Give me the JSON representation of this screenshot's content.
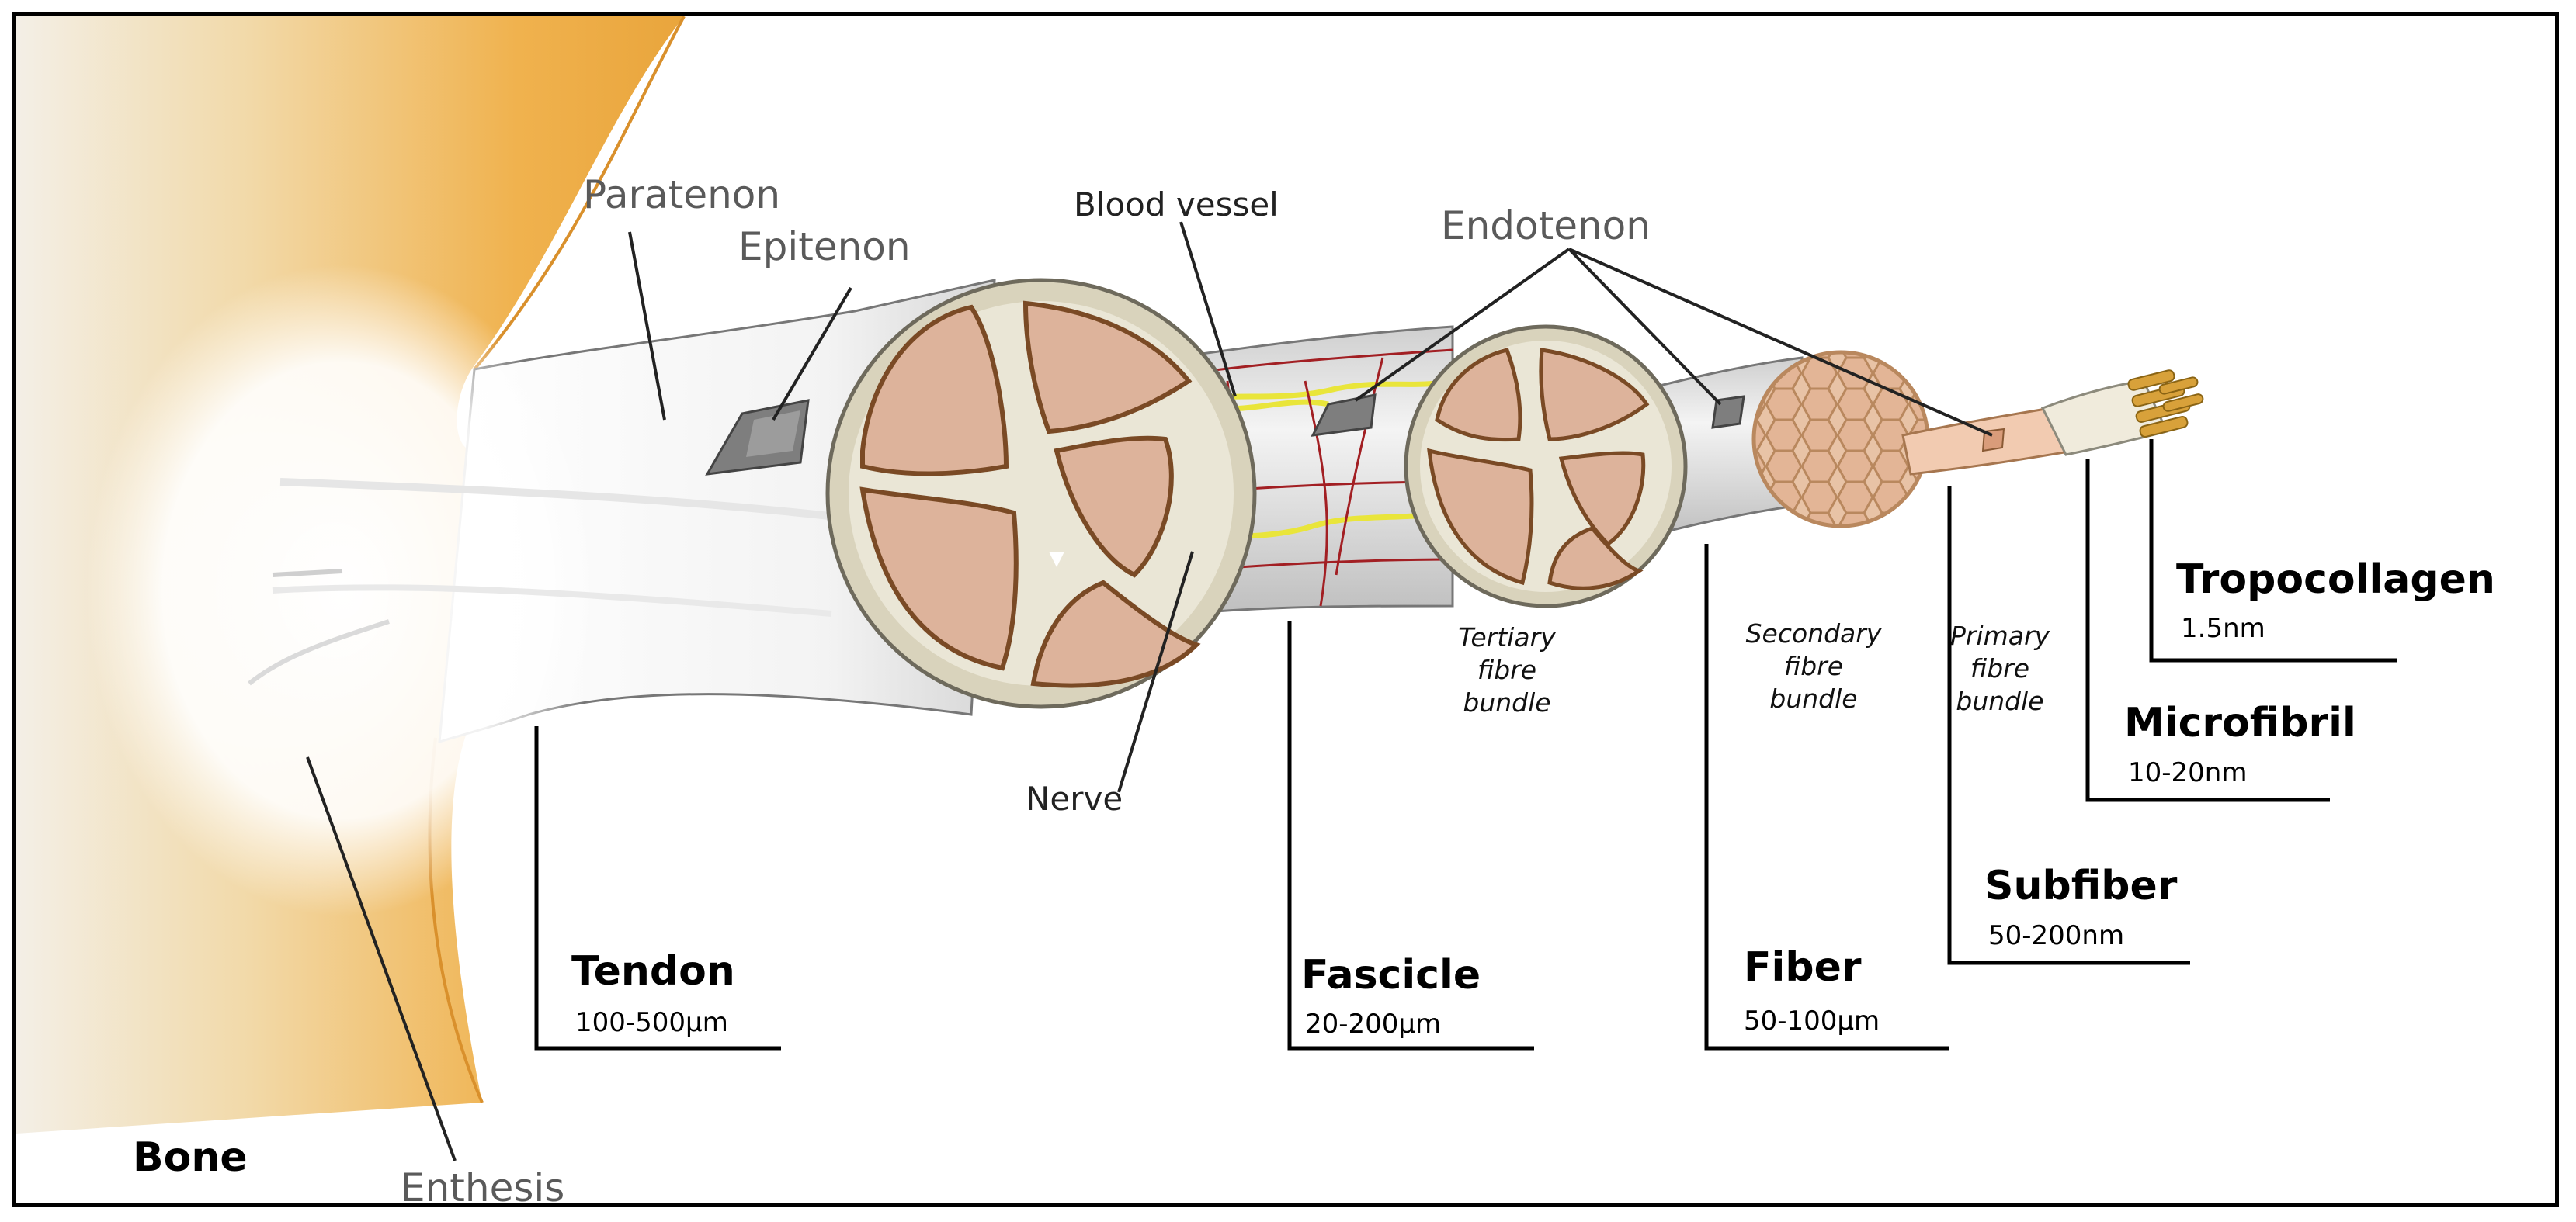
{
  "labels": {
    "paratenon": "Paratenon",
    "epitenon": "Epitenon",
    "blood_vessel": "Blood vessel",
    "endotenon": "Endotenon",
    "nerve": "Nerve",
    "bone": "Bone",
    "enthesis": "Enthesis"
  },
  "levels": [
    {
      "name": "Tendon",
      "size": "100-500µm"
    },
    {
      "name": "Fascicle",
      "size": "20-200µm"
    },
    {
      "name": "Fiber",
      "size": "50-100µm"
    },
    {
      "name": "Subfiber",
      "size": "50-200nm"
    },
    {
      "name": "Microfibril",
      "size": "10-20nm"
    },
    {
      "name": "Tropocollagen",
      "size": "1.5nm"
    }
  ],
  "bundles": {
    "tertiary": "Tertiary\nfibre\nbundle",
    "secondary": "Secondary\nfibre\nbundle",
    "primary": "Primary\nfibre\nbundle"
  },
  "colors": {
    "bone": "#F0B24E",
    "fascicle_fill": "#DDB39B",
    "fascicle_edge": "#7A4A25",
    "sheath": "#D9D9D9",
    "nerve": "#E9E53A",
    "vessel": "#A21F23",
    "collagen": "#D8A13A"
  }
}
